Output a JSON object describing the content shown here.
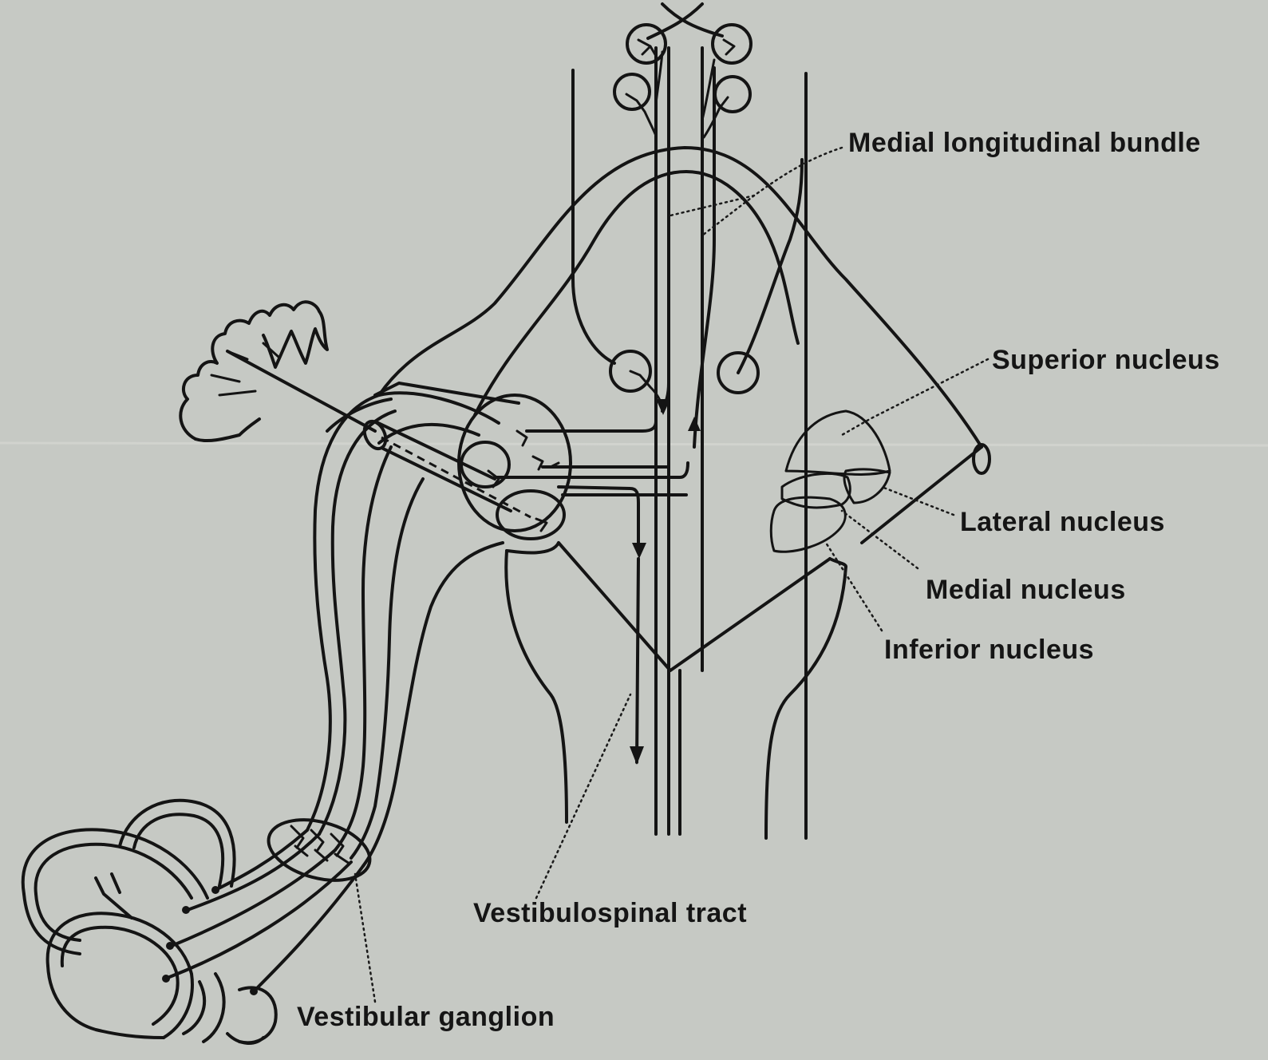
{
  "labels": {
    "medial_longitudinal_bundle": "Medial longitudinal bundle",
    "superior_nucleus": "Superior nucleus",
    "lateral_nucleus": "Lateral nucleus",
    "medial_nucleus": "Medial nucleus",
    "inferior_nucleus": "Inferior nucleus",
    "vestibulospinal_tract": "Vestibulospinal tract",
    "vestibular_ganglion": "Vestibular ganglion"
  },
  "colors": {
    "paper": "#c9ccc7",
    "ink": "#141414"
  }
}
